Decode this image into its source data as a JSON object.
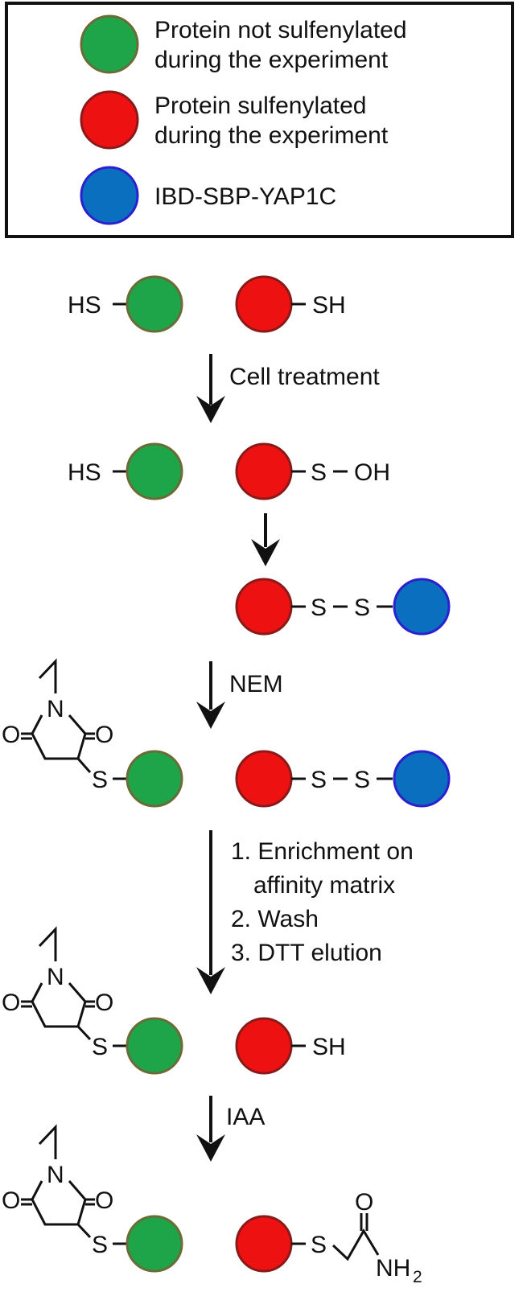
{
  "legend": {
    "items": [
      {
        "lines": [
          "Protein not sulfenylated",
          "during the experiment"
        ],
        "fill": "#1ea54a",
        "stroke": "#6b6b37"
      },
      {
        "lines": [
          "Protein sulfenylated",
          "during the experiment"
        ],
        "fill": "#ee1111",
        "stroke": "#8a1a1a"
      },
      {
        "lines": [
          "IBD-SBP-YAP1C"
        ],
        "fill": "#0b6fbf",
        "stroke": "#2b1fcf"
      }
    ]
  },
  "colors": {
    "green": "#1ea54a",
    "green_stroke": "#6b6b37",
    "red": "#ee1111",
    "red_stroke": "#8a1a1a",
    "blue": "#0b6fbf",
    "blue_stroke": "#2b1fcf",
    "line": "#111111"
  },
  "labels": {
    "HS": "HS",
    "SH": "SH",
    "S": "S",
    "OH": "OH",
    "N": "N",
    "O": "O",
    "NH": "NH",
    "two": "2"
  },
  "steps": {
    "cell_treatment": "Cell treatment",
    "nem": "NEM",
    "enrich_1": "1.  Enrichment on",
    "enrich_1b": "affinity matrix",
    "enrich_2": "2.  Wash",
    "enrich_3": "3.  DTT elution",
    "iaa": "IAA"
  }
}
